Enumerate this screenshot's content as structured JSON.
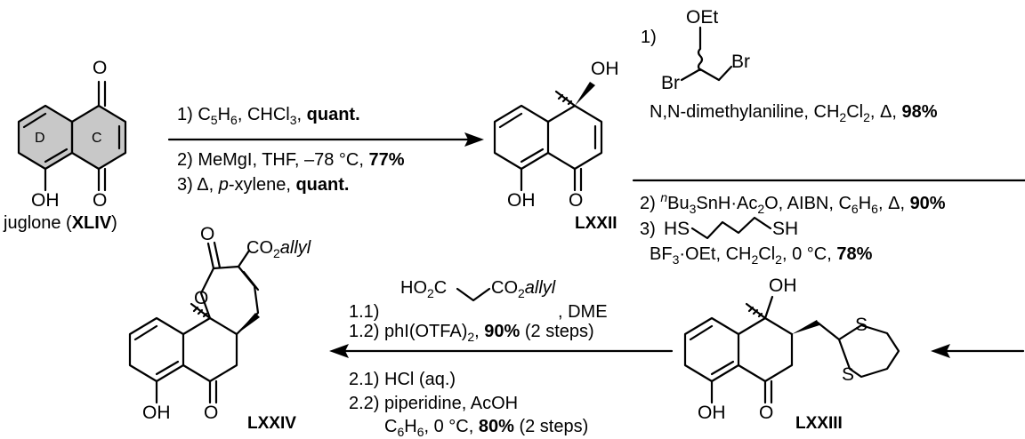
{
  "compounds": {
    "juglone_name": "juglone (",
    "juglone_id": "XLIV",
    "juglone_close": ")",
    "c72": "LXXII",
    "c73": "LXXIII",
    "c74": "LXXIV"
  },
  "atoms": {
    "O": "O",
    "OH": "OH",
    "OEt": "OEt",
    "Br": "Br",
    "HS": "HS",
    "SH": "SH",
    "S": "S",
    "ring_D": "D",
    "ring_C": "C",
    "co2allyl_a": "CO",
    "co2allyl_sub": "2",
    "co2allyl_b": "allyl",
    "ho2c_a": "HO",
    "ho2c_sub": "2",
    "ho2c_b": "C"
  },
  "step1": {
    "r1_a": "1) C",
    "r1_s1": "5",
    "r1_b": "H",
    "r1_s2": "6",
    "r1_c": ", CHCl",
    "r1_s3": "3",
    "r1_d": ", ",
    "r1_bold": "quant.",
    "r2_a": "2) MeMgI, THF, –78 °C, ",
    "r2_bold": "77%",
    "r3_a": "3) Δ, ",
    "r3_i": "p",
    "r3_b": "-xylene, ",
    "r3_bold": "quant."
  },
  "step2": {
    "r1_num": "1)",
    "r1_a": "N,N-dimethylaniline, CH",
    "r1_s1": "2",
    "r1_b": "Cl",
    "r1_s2": "2",
    "r1_c": ", Δ, ",
    "r1_bold": "98%",
    "r2_a": "2) ",
    "r2_sup": "n",
    "r2_b": "Bu",
    "r2_s1": "3",
    "r2_c": "SnH·Ac",
    "r2_s2": "2",
    "r2_d": "O, AIBN, C",
    "r2_s3": "6",
    "r2_e": "H",
    "r2_s4": "6",
    "r2_f": ", Δ, ",
    "r2_bold": "90%",
    "r3_num": "3)",
    "r3b_a": "BF",
    "r3b_s1": "3",
    "r3b_b": "·OEt, CH",
    "r3b_s2": "2",
    "r3b_c": "Cl",
    "r3b_s3": "2",
    "r3b_d": ", 0 °C, ",
    "r3b_bold": "78%"
  },
  "step3": {
    "r11_a": "1.1)",
    "r11_b": ", DME",
    "r12_a": "1.2) phI(OTFA)",
    "r12_s": "2",
    "r12_b": ", ",
    "r12_bold": "90%",
    "r12_c": " (2 steps)",
    "r21": "2.1) HCl (aq.)",
    "r22": "2.2) piperidine, AcOH",
    "r23_a": "C",
    "r23_s1": "6",
    "r23_b": "H",
    "r23_s2": "6",
    "r23_c": ", 0 °C, ",
    "r23_bold": "80%",
    "r23_d": " (2 steps)"
  }
}
